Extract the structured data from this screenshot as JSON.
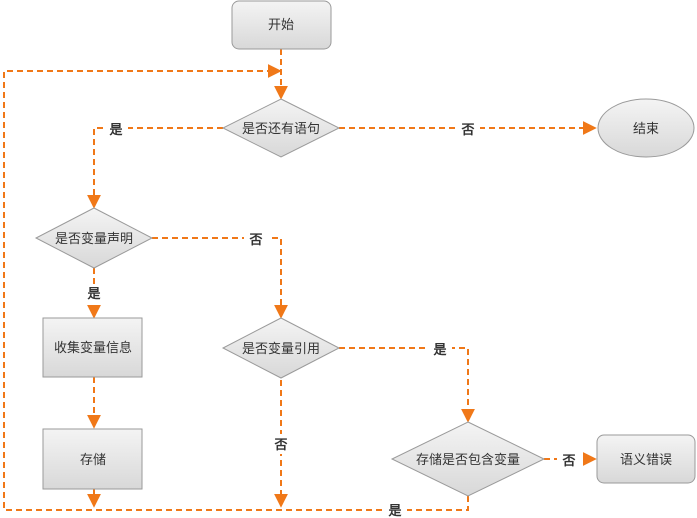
{
  "colors": {
    "edge": "#f07818",
    "node_fill_light": "#f2f2f2",
    "node_fill_dark": "#d9d9d9",
    "node_stroke": "#9a9a9a",
    "text": "#333333"
  },
  "nodes": {
    "start": "开始",
    "has_statement": "是否还有语句",
    "end": "结束",
    "is_var_decl": "是否变量声明",
    "collect_var_info": "收集变量信息",
    "store": "存储",
    "is_var_ref": "是否变量引用",
    "stored_contains_var": "存储是否包含变量",
    "semantic_error": "语义错误"
  },
  "edge_labels": {
    "has_statement_yes": "是",
    "has_statement_no": "否",
    "is_var_decl_yes": "是",
    "is_var_decl_no": "否",
    "is_var_ref_yes": "是",
    "is_var_ref_no": "否",
    "stored_contains_var_no": "否",
    "loop_back_yes": "是"
  }
}
